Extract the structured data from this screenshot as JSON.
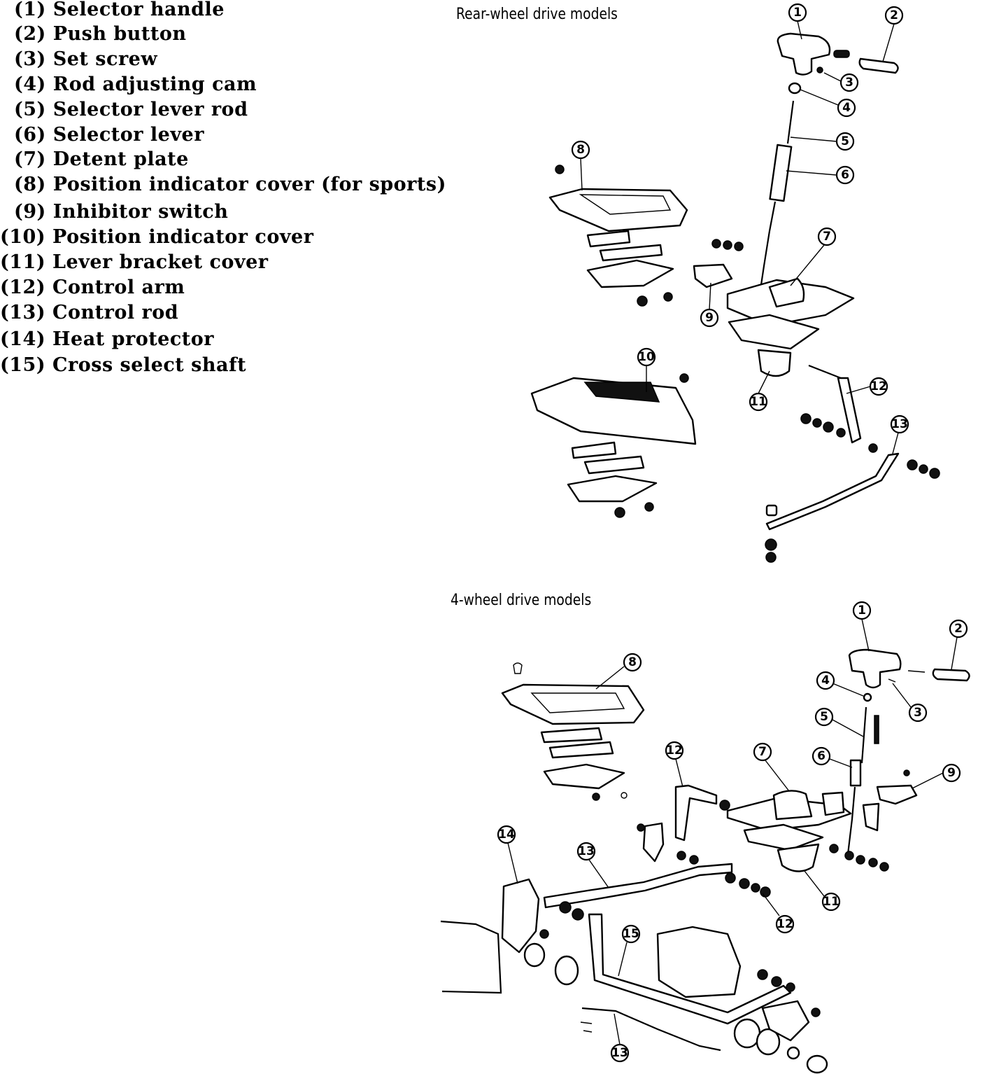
{
  "legend": [
    {
      "number": "(1)",
      "label": "Selector handle"
    },
    {
      "number": "(2)",
      "label": "Push button"
    },
    {
      "number": "(3)",
      "label": "Set screw"
    },
    {
      "number": "(4)",
      "label": "Rod adjusting cam"
    },
    {
      "number": "(5)",
      "label": "Selector lever rod"
    },
    {
      "number": "(6)",
      "label": "Selector lever"
    },
    {
      "number": "(7)",
      "label": "Detent plate"
    },
    {
      "number": "(8)",
      "label": "Position indicator cover (for sports)"
    },
    {
      "number": "(9)",
      "label": "Inhibitor switch"
    },
    {
      "number": "(10)",
      "label": "Position indicator cover"
    },
    {
      "number": "(11)",
      "label": "Lever bracket cover"
    },
    {
      "number": "(12)",
      "label": "Control arm"
    },
    {
      "number": "(13)",
      "label": "Control rod"
    },
    {
      "number": "(14)",
      "label": "Heat protector"
    },
    {
      "number": "(15)",
      "label": "Cross select shaft"
    }
  ],
  "sections": {
    "rear": {
      "title": "Rear-wheel drive models"
    },
    "fourwd": {
      "title": "4-wheel drive models"
    }
  },
  "callouts": {
    "rear": [
      "1",
      "2",
      "3",
      "4",
      "5",
      "6",
      "7",
      "8",
      "9",
      "10",
      "11",
      "12",
      "13"
    ],
    "fourwd": [
      "1",
      "2",
      "3",
      "4",
      "5",
      "6",
      "7",
      "8",
      "9",
      "11",
      "12",
      "12",
      "13",
      "13",
      "14",
      "15"
    ]
  }
}
